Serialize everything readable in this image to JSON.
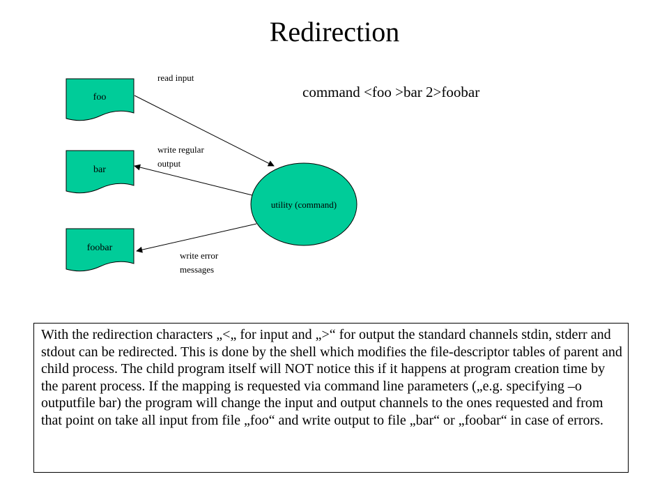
{
  "title": "Redirection",
  "command": "command <foo >bar 2>foobar",
  "colors": {
    "shape_fill": "#00cc99",
    "stroke": "#000000"
  },
  "diagram": {
    "files": {
      "foo": "foo",
      "bar": "bar",
      "foobar": "foobar"
    },
    "utility": "utility (command)",
    "labels": {
      "read_input": "read input",
      "write_regular_line1": "write regular",
      "write_regular_line2": "output",
      "write_error_line1": "write error",
      "write_error_line2": "messages"
    }
  },
  "description": "With the redirection characters „<„ for input and „>“ for output the standard channels stdin, stderr and stdout can be redirected. This is done by the shell which modifies the file-descriptor tables of parent and child process. The child program itself will NOT notice this if it happens at program creation time by the parent process. If the mapping is requested via command line parameters („e.g. specifying –o outputfile bar) the program will change the input and output channels to the ones requested and from that point on take all input from file „foo“ and write output to file „bar“ or „foobar“ in case of errors."
}
